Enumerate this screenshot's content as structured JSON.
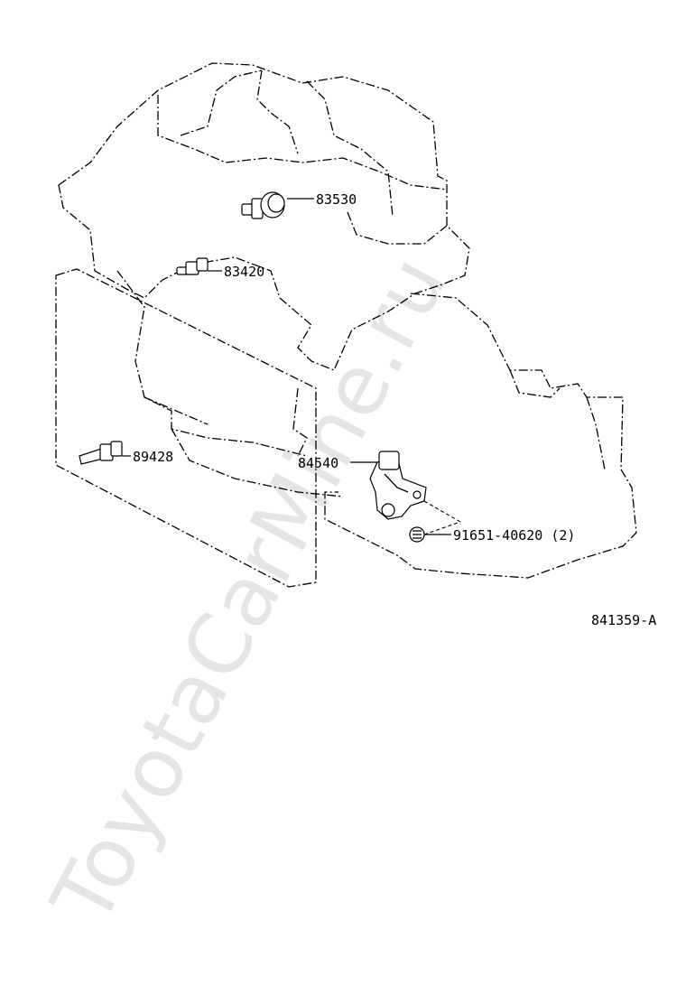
{
  "diagram": {
    "parts": [
      {
        "id": "p83530",
        "number": "83530"
      },
      {
        "id": "p83420",
        "number": "83420"
      },
      {
        "id": "p89428",
        "number": "89428"
      },
      {
        "id": "p84540",
        "number": "84540"
      },
      {
        "id": "p91651",
        "number": "91651-40620 (2)"
      }
    ],
    "illustration_code": "841359-A"
  },
  "watermark": "ToyotaCarMine.ru"
}
